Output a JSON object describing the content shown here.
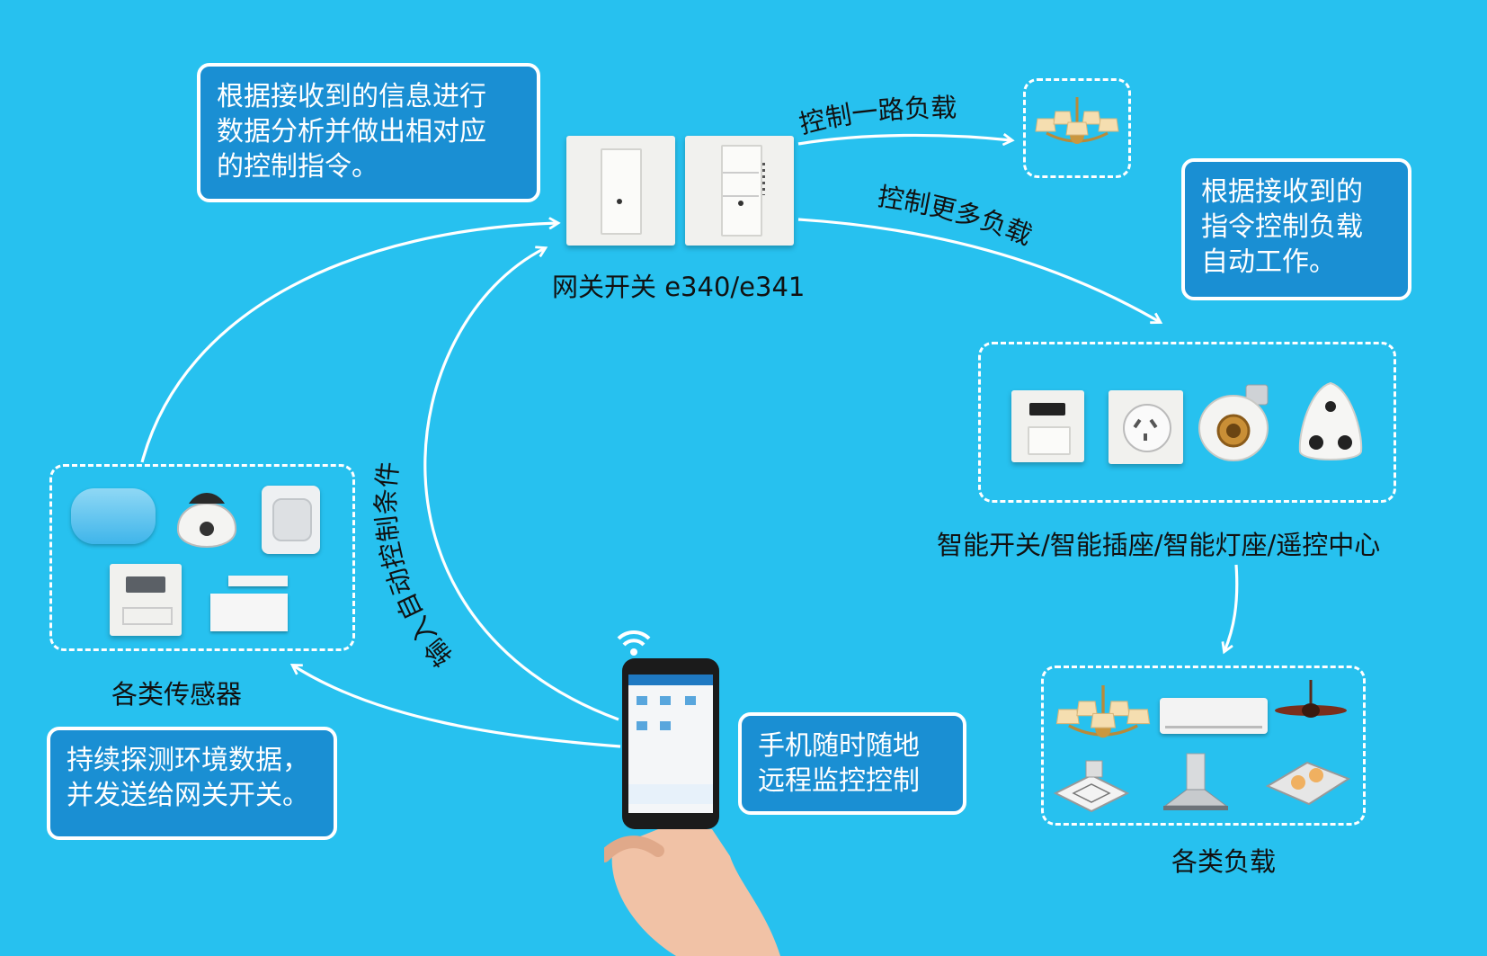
{
  "info_boxes": {
    "gateway_logic": [
      "根据接收到的信息进行",
      "数据分析并做出相对应",
      "的控制指令。"
    ],
    "load_logic": [
      "根据接收到的",
      "指令控制负载",
      "自动工作。"
    ],
    "sensor_logic": [
      "持续探测环境数据，",
      "并发送给网关开关。"
    ],
    "phone_logic": [
      "手机随时随地",
      "远程监控控制"
    ]
  },
  "labels": {
    "gateway": "网关开关 e340/e341",
    "smart_devices": "智能开关/智能插座/智能灯座/遥控中心",
    "sensors": "各类传感器",
    "loads": "各类负载"
  },
  "arrows": {
    "single_load": "控制一路负载",
    "more_loads": "控制更多负载",
    "input_conditions": "输入自动控制条件"
  },
  "icons": {
    "wifi": "wifi-icon",
    "phone": "smartphone-in-hand",
    "chandelier": "chandelier-icon"
  },
  "colors": {
    "background": "#27c1ef",
    "box_fill": "#1a8fd3",
    "line": "#ffffff"
  }
}
